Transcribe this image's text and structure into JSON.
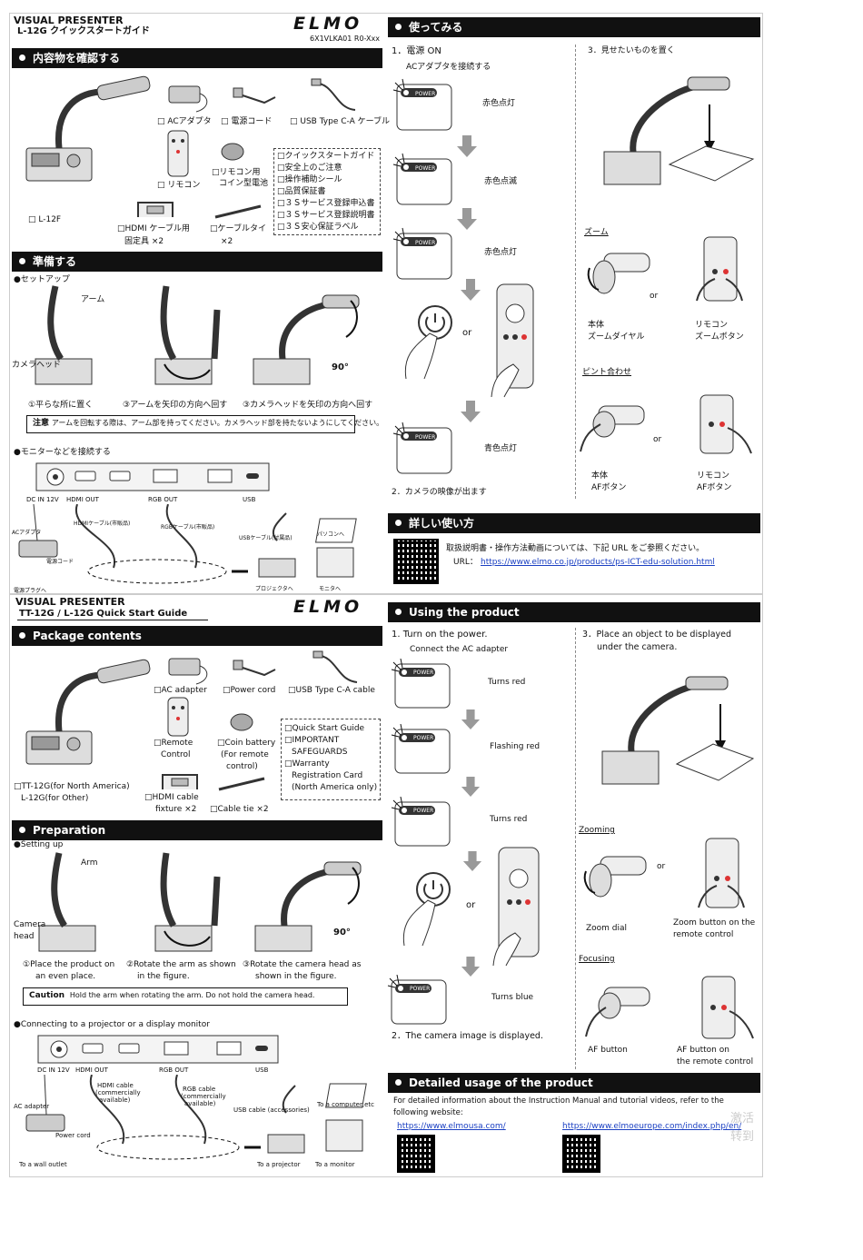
{
  "jp": {
    "header": {
      "series": "VISUAL PRESENTER",
      "model_title": "L-12G  クイックスタートガイド",
      "doc_code": "6X1VLKA01 R0-Xxx",
      "logo": "ELMO"
    },
    "contents": {
      "heading": "内容物を確認する",
      "items": {
        "ac": "□ ACアダプタ",
        "power_cord": "□ 電源コード",
        "usb": "□ USB Type C-A ケーブル",
        "remote_1": "□リモコン用",
        "remote_2": "□ リモコン",
        "battery": "コイン型電池",
        "camera": "□ L-12F",
        "hdmi_1": "□HDMI ケーブル用",
        "hdmi_2": "固定具 ×2",
        "tie_1": "□ケーブルタイ",
        "tie_2": "×2"
      },
      "doc_list": [
        "□クイックスタートガイド",
        "□安全上のご注意",
        "□操作補助シール",
        "□品質保証書",
        "□３Ｓサービス登録申込書",
        "□３Ｓサービス登録説明書",
        "□３Ｓ安心保証ラベル"
      ]
    },
    "prep": {
      "heading": "準備する",
      "setup": "●セットアップ",
      "arm": "アーム",
      "camera_head": "カメラヘッド",
      "angle": "90°",
      "step1": "①平らな所に置く",
      "step2": "③アームを矢印の方向へ回す",
      "step3": "③カメラヘッドを矢印の方向へ回す",
      "caution_label": "注意",
      "caution_text": "アームを回転する際は、アーム部を持ってください。カメラヘッド部を持たないようにしてください。",
      "connect": "●モニターなどを接続する",
      "ports": {
        "dc": "DC IN 12V",
        "hdmi": "HDMI OUT",
        "rgb": "RGB OUT",
        "usb": "USB"
      },
      "labels": {
        "ac": "ACアダプタ",
        "hdmi_cable": "HDMIケーブル(市販品)",
        "rgb_cable": "RGBケーブル(市販品)",
        "usb_cable": "USBケーブル(付属品)",
        "pc": "パソコンへ",
        "cord": "電源コード",
        "plug": "電源プラグへ",
        "projector": "プロジェクタへ",
        "monitor": "モニタへ"
      }
    },
    "use": {
      "heading": "使ってみる",
      "step1": "1．電源 ON",
      "connect_ac": "ACアダプタを接続する",
      "power": "POWER",
      "red_on": "赤色点灯",
      "red_blink": "赤色点滅",
      "red_on2": "赤色点灯",
      "or": "or",
      "blue_on": "青色点灯",
      "step2": "2．カメラの映像が出ます",
      "step3": "3．見せたいものを置く",
      "zoom": "ズーム",
      "zoom_body_1": "本体",
      "zoom_body_2": "ズームダイヤル",
      "zoom_remote_1": "リモコン",
      "zoom_remote_2": "ズームボタン",
      "focus": "ピント合わせ",
      "af_body_1": "本体",
      "af_body_2": "AFボタン",
      "af_remote_1": "リモコン",
      "af_remote_2": "AFボタン"
    },
    "details": {
      "heading": "詳しい使い方",
      "text": "取扱説明書・操作方法動画については、下記 URL をご参照ください。",
      "url_label": "URL：",
      "url": "https://www.elmo.co.jp/products/ps-ICT-edu-solution.html"
    }
  },
  "en": {
    "header": {
      "series": "VISUAL PRESENTER",
      "model_title": "TT-12G / L-12G   Quick Start Guide",
      "logo": "ELMO"
    },
    "contents": {
      "heading": "Package contents",
      "items": {
        "ac": "□AC adapter",
        "power_cord": "□Power cord",
        "usb": "□USB Type C-A cable",
        "remote_1": "□Remote",
        "remote_2": "Control",
        "battery_1": "□Coin battery",
        "battery_2": "(For remote",
        "battery_3": "control)",
        "camera_1": "□TT-12G(for North America)",
        "camera_2": "L-12G(for Other)",
        "hdmi_1": "□HDMI cable",
        "hdmi_2": "fixture ×2",
        "tie": "□Cable tie  ×2"
      },
      "doc_list": [
        "□Quick Start Guide",
        "□IMPORTANT",
        "SAFEGUARDS",
        "□Warranty",
        "Registration Card",
        "(North America only)"
      ]
    },
    "prep": {
      "heading": "Preparation",
      "setup": "●Setting up",
      "arm": "Arm",
      "camera_head_1": "Camera",
      "camera_head_2": "head",
      "angle": "90°",
      "step1_1": "①Place the product on",
      "step1_2": "an even place.",
      "step2_1": "②Rotate the arm as shown",
      "step2_2": "in the figure.",
      "step3_1": "③Rotate the camera head as",
      "step3_2": "shown in the figure.",
      "caution_label": "Caution",
      "caution_text": "Hold the arm when rotating the arm. Do not hold the camera head.",
      "connect": "●Connecting to a projector or a display monitor",
      "ports": {
        "dc": "DC IN 12V",
        "hdmi": "HDMI OUT",
        "rgb": "RGB OUT",
        "usb": "USB"
      },
      "labels": {
        "hdmi_cable_1": "HDMI cable",
        "hdmi_cable_2": "(commercially",
        "hdmi_cable_3": "available)",
        "rgb_cable_1": "RGB cable",
        "rgb_cable_2": "(commercially",
        "rgb_cable_3": "available)",
        "usb_cable": "USB cable (accessories)",
        "pc": "To a computer,etc",
        "ac": "AC adapter",
        "cord": "Power cord",
        "outlet": "To a wall outlet",
        "projector": "To a projector",
        "monitor": "To a monitor"
      }
    },
    "use": {
      "heading": "Using the product",
      "step1": "1. Turn on the power.",
      "connect_ac": "Connect the AC adapter",
      "power": "POWER",
      "red_on": "Turns red",
      "red_blink": "Flashing red",
      "red_on2": "Turns red",
      "or": "or",
      "blue_on": "Turns blue",
      "step2": "2．The camera image is displayed.",
      "step3_1": "3．Place an object to be displayed",
      "step3_2": "under the camera.",
      "zoom": "Zooming",
      "zoom_dial": "Zoom dial",
      "zoom_remote_1": "Zoom button on the",
      "zoom_remote_2": "remote control",
      "focus": "Focusing",
      "af_body": "AF button",
      "af_remote_1": "AF button on",
      "af_remote_2": "the remote control"
    },
    "details": {
      "heading": "Detailed usage of the product",
      "text_1": "For detailed information about the Instruction Manual and tutorial videos, refer to the",
      "text_2": "following website:",
      "url_us": "https://www.elmousa.com/",
      "url_eu": "https://www.elmoeurope.com/index.php/en/"
    }
  },
  "watermark": {
    "line1": "激活",
    "line2": "转到"
  }
}
